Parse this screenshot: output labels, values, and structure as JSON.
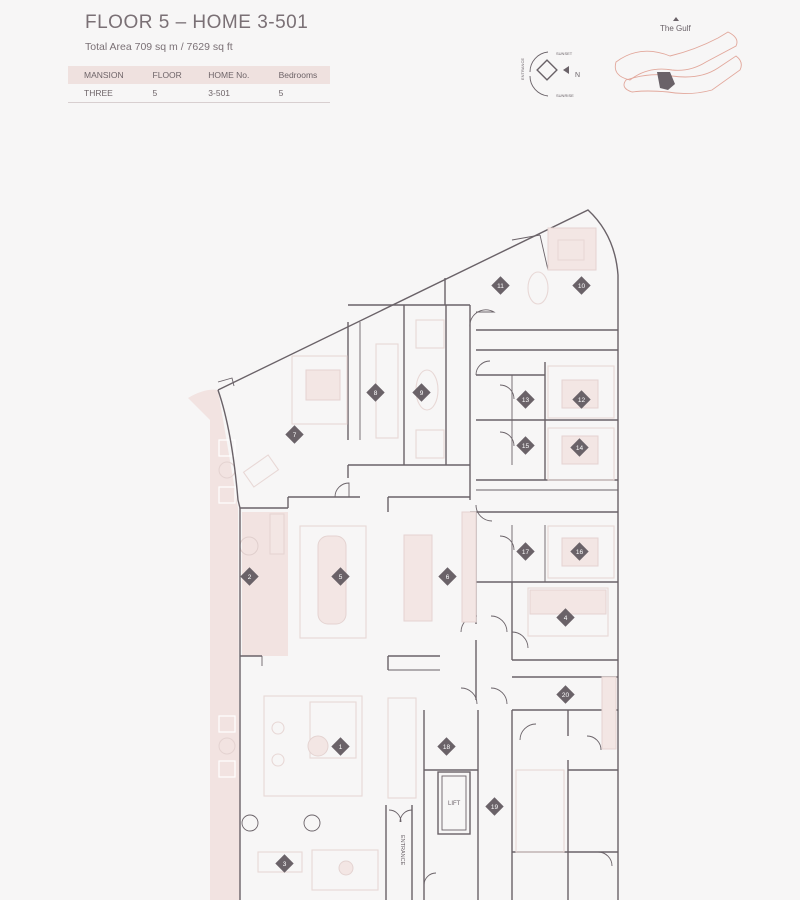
{
  "header": {
    "title": "FLOOR 5 – HOME 3-501",
    "total_area": "Total Area 709 sq m / 7629 sq ft"
  },
  "info_table": {
    "headers": [
      "MANSION",
      "FLOOR",
      "HOME No.",
      "Bedrooms"
    ],
    "row": [
      "THREE",
      "5",
      "3-501",
      "5"
    ]
  },
  "compass": {
    "north_label": "N",
    "sunset_label": "SUNSET",
    "sunrise_label": "SUNRISE",
    "left_label": "ENTRANCE"
  },
  "keymap": {
    "label": "The Gulf"
  },
  "plan": {
    "entrance_label": "ENTRANCE",
    "lift_label": "LIFT",
    "rooms": [
      "1",
      "2",
      "3",
      "4",
      "5",
      "6",
      "7",
      "8",
      "9",
      "10",
      "11",
      "12",
      "13",
      "14",
      "15",
      "16",
      "17",
      "18",
      "19",
      "20"
    ]
  },
  "colors": {
    "wall": "#6a6268",
    "accent_pink": "#f2e3e1",
    "header_band": "#efe1df",
    "background": "#f7f6f6"
  }
}
